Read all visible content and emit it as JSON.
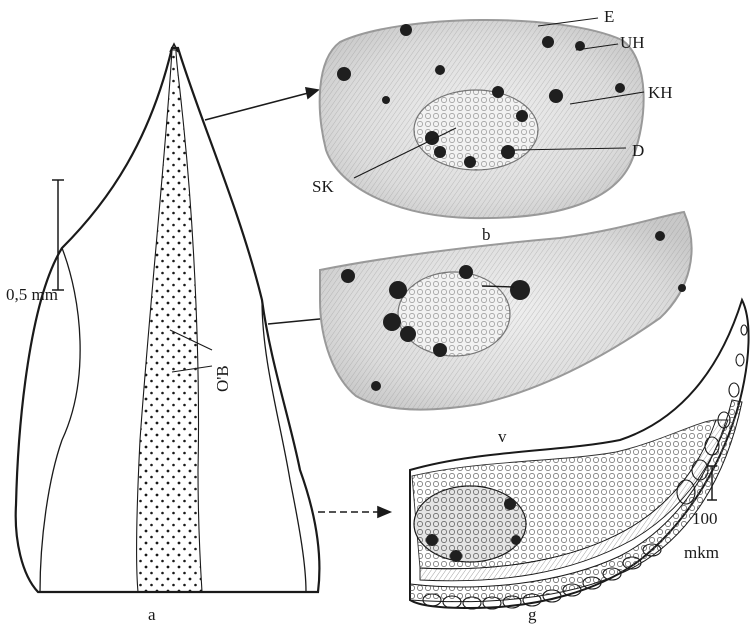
{
  "labels": {
    "E": "E",
    "UH": "UH",
    "KH": "KH",
    "SK": "SK",
    "D": "D",
    "OB": "O'B",
    "scale_a": "0,5 mm",
    "scale_g_value": "100",
    "scale_g_unit": "mkm"
  },
  "panels": {
    "a": "a",
    "b": "b",
    "v": "v",
    "g": "g"
  },
  "colors": {
    "ink": "#1a1a1a",
    "tissue": "#d9d9d9",
    "background": "#ffffff"
  }
}
